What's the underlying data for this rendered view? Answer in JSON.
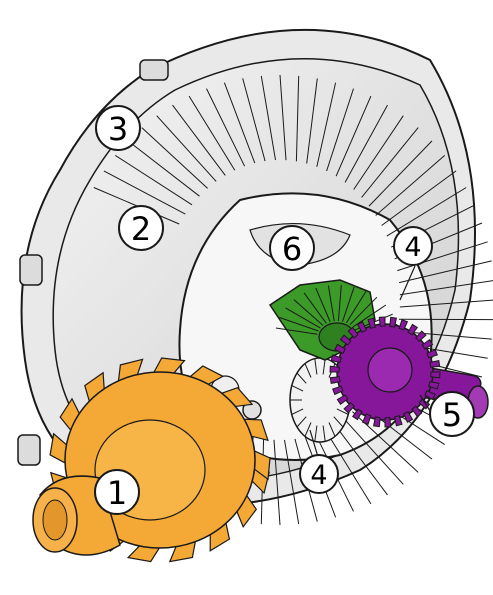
{
  "callouts": [
    {
      "id": "1",
      "label": "1"
    },
    {
      "id": "2",
      "label": "2"
    },
    {
      "id": "3",
      "label": "3"
    },
    {
      "id": "4a",
      "label": "4"
    },
    {
      "id": "4b",
      "label": "4"
    },
    {
      "id": "5",
      "label": "5"
    },
    {
      "id": "6",
      "label": "6"
    }
  ],
  "colors": {
    "pinion": "#f4a836",
    "spider_gear": "#3c9a28",
    "side_gear": "#86179a",
    "ring_gear": "#e8e8e8",
    "outline": "#1a1a1a"
  },
  "icons": [
    "ring-gear-icon",
    "pinion-gear-icon",
    "side-gear-icon",
    "spider-gear-icon"
  ]
}
